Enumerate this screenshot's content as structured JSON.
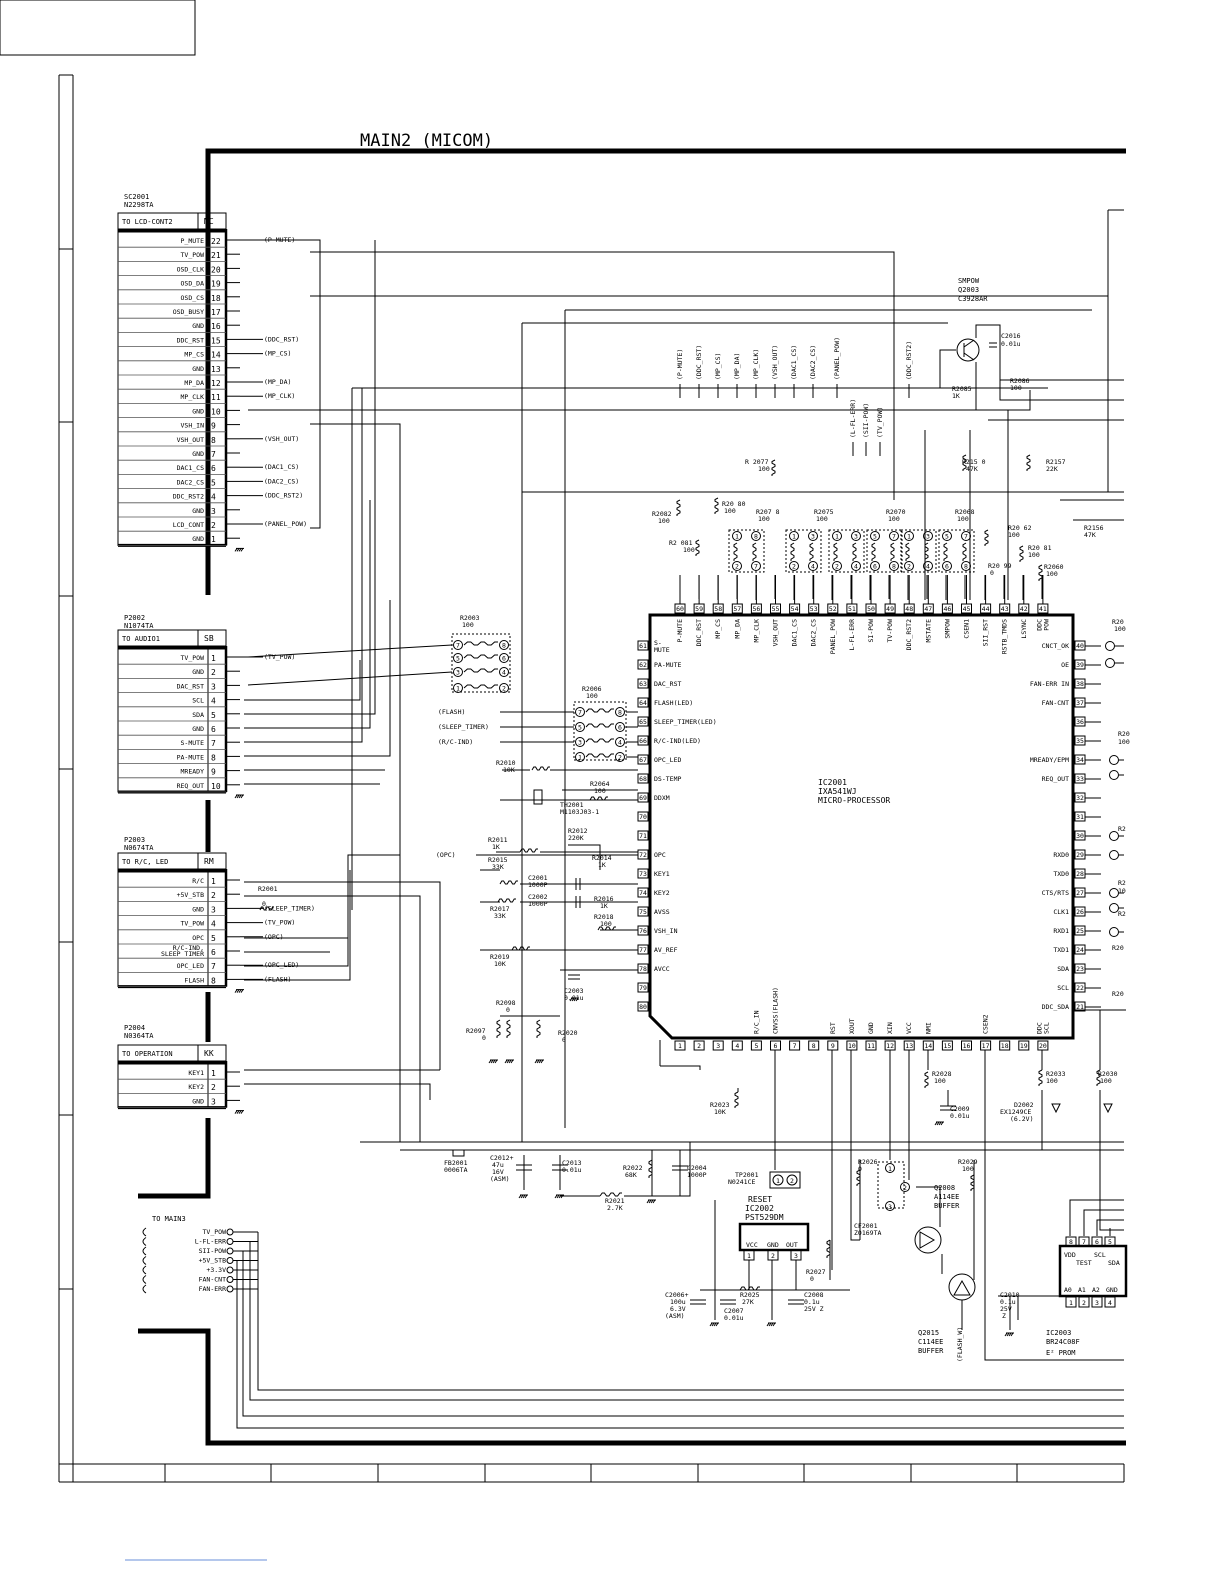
{
  "sheet_title": "MAIN2 (MICOM)",
  "connectors": [
    {
      "id": "sc2001",
      "ref": "SC2001",
      "part": "N2298TA",
      "to": "TO LCD-CONT2",
      "code": "MC",
      "pins": [
        [
          "P_MUTE",
          "22"
        ],
        [
          "TV_POW",
          "21"
        ],
        [
          "OSD_CLK",
          "20"
        ],
        [
          "OSD_DA",
          "19"
        ],
        [
          "OSD_CS",
          "18"
        ],
        [
          "OSD_BUSY",
          "17"
        ],
        [
          "GND",
          "16"
        ],
        [
          "DDC_RST",
          "15"
        ],
        [
          "MP_CS",
          "14"
        ],
        [
          "GND",
          "13"
        ],
        [
          "MP_DA",
          "12"
        ],
        [
          "MP_CLK",
          "11"
        ],
        [
          "GND",
          "10"
        ],
        [
          "VSH_IN",
          "9"
        ],
        [
          "VSH_OUT",
          "8"
        ],
        [
          "GND",
          "7"
        ],
        [
          "DAC1_CS",
          "6"
        ],
        [
          "DAC2_CS",
          "5"
        ],
        [
          "DDC_RST2",
          "4"
        ],
        [
          "GND",
          "3"
        ],
        [
          "LCD_CONT",
          "2"
        ],
        [
          "GND",
          "1"
        ]
      ],
      "signals": {
        "0": "(P-MUTE)",
        "7": "(DDC_RST)",
        "8": "(MP_CS)",
        "10": "(MP_DA)",
        "11": "(MP_CLK)",
        "14": "(VSH_OUT)",
        "16": "(DAC1_CS)",
        "17": "(DAC2_CS)",
        "18": "(DDC_RST2)",
        "20": "(PANEL_POW)"
      }
    },
    {
      "id": "p2002",
      "ref": "P2002",
      "part": "N1074TA",
      "to": "TO AUDIO1",
      "code": "SB",
      "pins": [
        [
          "TV_POW",
          "1"
        ],
        [
          "GND",
          "2"
        ],
        [
          "DAC_RST",
          "3"
        ],
        [
          "SCL",
          "4"
        ],
        [
          "SDA",
          "5"
        ],
        [
          "GND",
          "6"
        ],
        [
          "S-MUTE",
          "7"
        ],
        [
          "PA-MUTE",
          "8"
        ],
        [
          "MREADY",
          "9"
        ],
        [
          "REQ_OUT",
          "10"
        ]
      ],
      "signals": {
        "0": "(TV_POW)"
      }
    },
    {
      "id": "p2003",
      "ref": "P2003",
      "part": "N0674TA",
      "to": "TO R/C, LED",
      "code": "RM",
      "pins": [
        [
          "R/C",
          "1"
        ],
        [
          "+5V_STB",
          "2"
        ],
        [
          "GND",
          "3"
        ],
        [
          "TV_POW",
          "4"
        ],
        [
          "OPC",
          "5"
        ],
        [
          "R/C-IND, SLEEP TIMER",
          "6"
        ],
        [
          "OPC_LED",
          "7"
        ],
        [
          "FLASH",
          "8"
        ]
      ],
      "signals": {
        "2": "(SLEEP_TIMER)",
        "3": "(TV_POW)",
        "4": "(OPC)",
        "6": "(OPC_LED)",
        "7": "(FLASH)"
      }
    },
    {
      "id": "p2004",
      "ref": "P2004",
      "part": "N0364TA",
      "to": "TO OPERATION",
      "code": "KK",
      "pins": [
        [
          "KEY1",
          "1"
        ],
        [
          "KEY2",
          "2"
        ],
        [
          "GND",
          "3"
        ]
      ],
      "signals": {}
    }
  ],
  "ic2001": {
    "ref": "IC2001",
    "part": "IXA541WJ",
    "desc": "MICRO-PROCESSOR",
    "top_pins": [
      [
        "60",
        "P-MUTE"
      ],
      [
        "59",
        "DDC_RST"
      ],
      [
        "58",
        "MP_CS"
      ],
      [
        "57",
        "MP_DA"
      ],
      [
        "56",
        "MP_CLK"
      ],
      [
        "55",
        "VSH_OUT"
      ],
      [
        "54",
        "DAC1_CS"
      ],
      [
        "53",
        "DAC2_CS"
      ],
      [
        "52",
        "PANEL_POW"
      ],
      [
        "51",
        "L-FL-ERR"
      ],
      [
        "50",
        "SI-POW"
      ],
      [
        "49",
        "TV-POW"
      ],
      [
        "48",
        "DDC_RST2"
      ],
      [
        "47",
        "MSTATE"
      ],
      [
        "46",
        "SMPOW"
      ],
      [
        "45",
        "CSEN1"
      ],
      [
        "44",
        "SII_RST"
      ],
      [
        "43",
        "RSTB_TMDS"
      ],
      [
        "42",
        "LSYNC"
      ],
      [
        "41",
        "DDC POW"
      ]
    ],
    "left_pins": [
      [
        "61",
        "S- MUTE"
      ],
      [
        "62",
        "PA-MUTE"
      ],
      [
        "63",
        "DAC_RST"
      ],
      [
        "64",
        "FLASH(LED)"
      ],
      [
        "65",
        "SLEEP_TIMER(LED)"
      ],
      [
        "66",
        "R/C-IND(LED)"
      ],
      [
        "67",
        "OPC_LED"
      ],
      [
        "68",
        "DS-TEMP"
      ],
      [
        "69",
        "DDXM"
      ],
      [
        "70",
        ""
      ],
      [
        "71",
        ""
      ],
      [
        "72",
        "OPC"
      ],
      [
        "73",
        "KEY1"
      ],
      [
        "74",
        "KEY2"
      ],
      [
        "75",
        "AVSS"
      ],
      [
        "76",
        "VSH_IN"
      ],
      [
        "77",
        "AV_REF"
      ],
      [
        "78",
        "AVCC"
      ],
      [
        "79",
        ""
      ],
      [
        "80",
        ""
      ]
    ],
    "right_pins": [
      [
        "40",
        "CNCT_OK"
      ],
      [
        "39",
        "OE"
      ],
      [
        "38",
        "FAN-ERR IN"
      ],
      [
        "37",
        "FAN-CNT"
      ],
      [
        "36",
        ""
      ],
      [
        "35",
        ""
      ],
      [
        "34",
        "MREADY/EPM"
      ],
      [
        "33",
        "REQ_OUT"
      ],
      [
        "32",
        ""
      ],
      [
        "31",
        ""
      ],
      [
        "30",
        ""
      ],
      [
        "29",
        "RXD0"
      ],
      [
        "28",
        "TXD0"
      ],
      [
        "27",
        "CTS/RTS"
      ],
      [
        "26",
        "CLK1"
      ],
      [
        "25",
        "RXD1"
      ],
      [
        "24",
        "TXD1"
      ],
      [
        "23",
        "SDA"
      ],
      [
        "22",
        "SCL"
      ],
      [
        "21",
        "DDC_SDA"
      ]
    ],
    "bottom_pins": [
      [
        "1",
        ""
      ],
      [
        "2",
        ""
      ],
      [
        "3",
        ""
      ],
      [
        "4",
        ""
      ],
      [
        "5",
        "R/C_IN"
      ],
      [
        "6",
        "CNVSS(FLASH)"
      ],
      [
        "7",
        ""
      ],
      [
        "8",
        ""
      ],
      [
        "9",
        "RST"
      ],
      [
        "10",
        "XOUT"
      ],
      [
        "11",
        "GND"
      ],
      [
        "12",
        "XIN"
      ],
      [
        "13",
        "VCC"
      ],
      [
        "14",
        "NMI"
      ],
      [
        "15",
        ""
      ],
      [
        "16",
        ""
      ],
      [
        "17",
        "CSEN2"
      ],
      [
        "18",
        ""
      ],
      [
        "19",
        ""
      ],
      [
        "20",
        "DDC SCL"
      ]
    ]
  },
  "top_signals": [
    "(P-MUTE)",
    "(DDC_RST)",
    "(MP_CS)",
    "(MP_DA)",
    "(MP_CLK)",
    "(VSH_OUT)",
    "(DAC1_CS)",
    "(DAC2_CS)",
    "(PANEL_POW)",
    "(DDC_RST2)",
    "(L-FL-ERR)",
    "(SII-POW)",
    "(TV_POW)"
  ],
  "left_signals": [
    "(FLASH)",
    "(SLEEP_TIMER)",
    "(R/C-IND)",
    "(OPC)"
  ],
  "components": {
    "q2003": [
      "SMPOW",
      "Q2003",
      "C3928AR"
    ],
    "c2016": [
      "C2016",
      "0.01u"
    ],
    "r2085": [
      "R2085",
      "1K"
    ],
    "r2086": [
      "R2086",
      "100"
    ],
    "r2077": [
      "R 2077",
      "100"
    ],
    "r2150": [
      "R215 0",
      "47K"
    ],
    "r2157": [
      "R2157",
      "22K"
    ],
    "r2156": [
      "R2156",
      "47K"
    ],
    "r2082": [
      "R2082",
      "100"
    ],
    "r2081": [
      "R2 081",
      "100"
    ],
    "r2080": [
      "R20 80",
      "100"
    ],
    "r2078": [
      "R207 8",
      "100"
    ],
    "r2075": [
      "R2075",
      "100"
    ],
    "r2070": [
      "R2070",
      "100"
    ],
    "r2068": [
      "R2068",
      "100"
    ],
    "r2062": [
      "R20 62",
      "100"
    ],
    "r2099": [
      "R20 99",
      "0"
    ],
    "r2081b": [
      "R20 81",
      "100"
    ],
    "r2060": [
      "R2060",
      "100"
    ],
    "r2003": [
      "R2003",
      "100"
    ],
    "r2006": [
      "R2006",
      "100"
    ],
    "r2010": [
      "R2010",
      "10K"
    ],
    "r2064": [
      "R2064",
      "100"
    ],
    "th2001": [
      "TH2001",
      "M1103J03-1"
    ],
    "r2012": [
      "R2012",
      "220K"
    ],
    "r2011": [
      "R2011",
      "1K"
    ],
    "r2015": [
      "R2015",
      "33K"
    ],
    "r2014": [
      "R2014",
      "1K"
    ],
    "c2001": [
      "C2001",
      "1000P"
    ],
    "c2002": [
      "C2002",
      "1000P"
    ],
    "r2016": [
      "R2016",
      "1K"
    ],
    "r2017": [
      "R2017",
      "33K"
    ],
    "r2018": [
      "R2018",
      "100"
    ],
    "r2019": [
      "R2019",
      "10K"
    ],
    "c2003": [
      "C2003",
      "0.01u"
    ],
    "r2098": [
      "R2098",
      "0"
    ],
    "r2097": [
      "R2097",
      "0"
    ],
    "r2020": [
      "R2020",
      "0"
    ],
    "r2001": [
      "R2001",
      "0"
    ],
    "r2023": [
      "R2023",
      "10K"
    ],
    "r2028": [
      "R2028",
      "100"
    ],
    "c2009": [
      "C2009",
      "0.01u"
    ],
    "r2033": [
      "R2033",
      "100"
    ],
    "r2030": [
      "R2030",
      "100"
    ],
    "d2002": [
      "D2002",
      "EX1249CE",
      "(6.2V)"
    ],
    "fb2001": [
      "FB2001",
      "0006TA"
    ],
    "c2012": [
      "C2012+",
      "47u",
      "16V",
      "(ASM)"
    ],
    "c2013": [
      "C2013",
      "0.01u"
    ],
    "r2022": [
      "R2022",
      "68K"
    ],
    "c2004": [
      "C2004",
      "1000P"
    ],
    "r2021": [
      "R2021",
      "2.7K"
    ],
    "tp2001": [
      "TP2001",
      "N0241CE"
    ],
    "ic2002": [
      "RESET",
      "IC2002",
      "PST529DM"
    ],
    "ic2002_pins": [
      "VCC",
      "GND",
      "OUT"
    ],
    "r2026": [
      "R2026",
      "0"
    ],
    "cf2001": [
      "CF2001",
      "Z0169TA"
    ],
    "q2008": [
      "Q2008",
      "A114EE",
      "BUFFER"
    ],
    "r2029": [
      "R2029",
      "100"
    ],
    "r2027": [
      "R2027",
      "0"
    ],
    "c2006": [
      "C2006+",
      "100u",
      "6.3V",
      "(ASM)"
    ],
    "r2025": [
      "R2025",
      "27K"
    ],
    "c2007": [
      "C2007",
      "0.01u"
    ],
    "c2008": [
      "C2008",
      "0.1u",
      "25V Z"
    ],
    "q2015": [
      "Q2015",
      "C114EE",
      "BUFFER"
    ],
    "c2010": [
      "C2010",
      "0.1u",
      "25V",
      "Z"
    ],
    "ic2003": [
      "IC2003",
      "BR24C08F",
      "E² PROM"
    ],
    "ic2003_pins": [
      "VDD",
      "TEST",
      "SCL",
      "SDA",
      "A0",
      "A1",
      "A2",
      "GND"
    ],
    "flash_w": "(FLASH_W)"
  },
  "to_main3": {
    "title": "TO MAIN3",
    "pins": [
      "TV_POW",
      "L-FL-ERR",
      "SII-POW",
      "+5V_STB",
      "+3.3V",
      "FAN-CNT",
      "FAN-ERR"
    ]
  },
  "right_edge": [
    "R20",
    "100",
    "R20",
    "100",
    "R2",
    "R2",
    "R2",
    "10",
    "R20",
    "R20"
  ]
}
